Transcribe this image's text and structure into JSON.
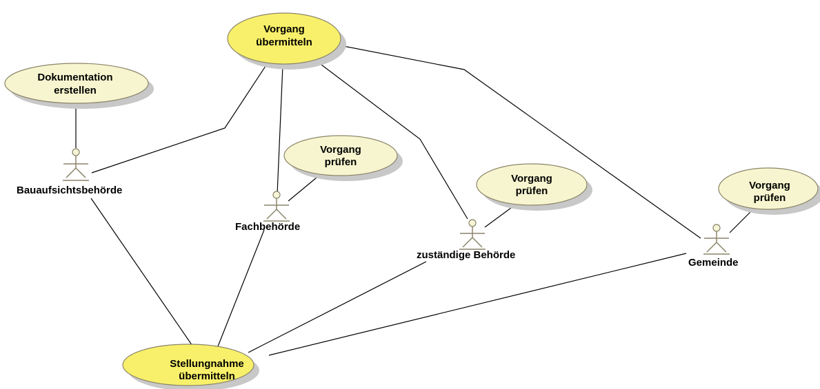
{
  "colors": {
    "primary_usecase_fill": "#f8f06a",
    "secondary_usecase_fill": "#f7f5cf",
    "outline": "#8a8468",
    "shadow": "#c8c8c8",
    "edge": "#000000",
    "actor_head_fill": "#f7f5d8"
  },
  "usecases": [
    {
      "id": "vorgang-uebermitteln",
      "lines": [
        "Vorgang",
        "übermitteln"
      ],
      "style": "primary"
    },
    {
      "id": "dokumentation-erstellen",
      "lines": [
        "Dokumentation",
        "erstellen"
      ],
      "style": "secondary"
    },
    {
      "id": "vorgang-pruefen-fach",
      "lines": [
        "Vorgang",
        "prüfen"
      ],
      "style": "secondary"
    },
    {
      "id": "vorgang-pruefen-zustaendig",
      "lines": [
        "Vorgang",
        "prüfen"
      ],
      "style": "secondary"
    },
    {
      "id": "vorgang-pruefen-gemeinde",
      "lines": [
        "Vorgang",
        "prüfen"
      ],
      "style": "secondary"
    },
    {
      "id": "stellungnahme-uebermitteln",
      "lines": [
        "Stellungnahme",
        "übermitteln"
      ],
      "style": "primary"
    }
  ],
  "actors": [
    {
      "id": "bauaufsichtsbehoerde",
      "label": "Bauaufsichtsbehörde"
    },
    {
      "id": "fachbehoerde",
      "label": "Fachbehörde"
    },
    {
      "id": "zustaendige-behoerde",
      "label": "zuständige Behörde"
    },
    {
      "id": "gemeinde",
      "label": "Gemeinde"
    }
  ],
  "associations": [
    {
      "from": "vorgang-uebermitteln",
      "to": "bauaufsichtsbehoerde"
    },
    {
      "from": "vorgang-uebermitteln",
      "to": "fachbehoerde"
    },
    {
      "from": "vorgang-uebermitteln",
      "to": "zustaendige-behoerde"
    },
    {
      "from": "vorgang-uebermitteln",
      "to": "gemeinde"
    },
    {
      "from": "dokumentation-erstellen",
      "to": "bauaufsichtsbehoerde"
    },
    {
      "from": "vorgang-pruefen-fach",
      "to": "fachbehoerde"
    },
    {
      "from": "vorgang-pruefen-zustaendig",
      "to": "zustaendige-behoerde"
    },
    {
      "from": "vorgang-pruefen-gemeinde",
      "to": "gemeinde"
    },
    {
      "from": "stellungnahme-uebermitteln",
      "to": "bauaufsichtsbehoerde"
    },
    {
      "from": "stellungnahme-uebermitteln",
      "to": "fachbehoerde"
    },
    {
      "from": "stellungnahme-uebermitteln",
      "to": "zustaendige-behoerde"
    },
    {
      "from": "stellungnahme-uebermitteln",
      "to": "gemeinde"
    }
  ]
}
